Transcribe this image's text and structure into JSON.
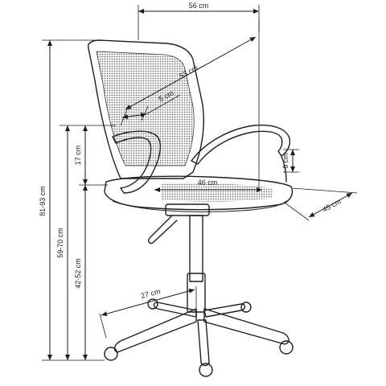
{
  "dimensions": {
    "overall_width": "56 cm",
    "backrest_diagonal": "53 cm",
    "backrest_depth": "5 cm",
    "armrest_height": "17 cm",
    "armrest_thickness": "6 cm",
    "seat_width": "46 cm",
    "seat_depth": "45 cm",
    "overall_height": "81-93 cm",
    "armrest_floor_height": "59-70 cm",
    "seat_height": "42-52 cm",
    "base_radius": "27 cm"
  },
  "colors": {
    "ink": "#1a1a1a",
    "mesh": "#8a8a8a",
    "background": "#ffffff"
  }
}
